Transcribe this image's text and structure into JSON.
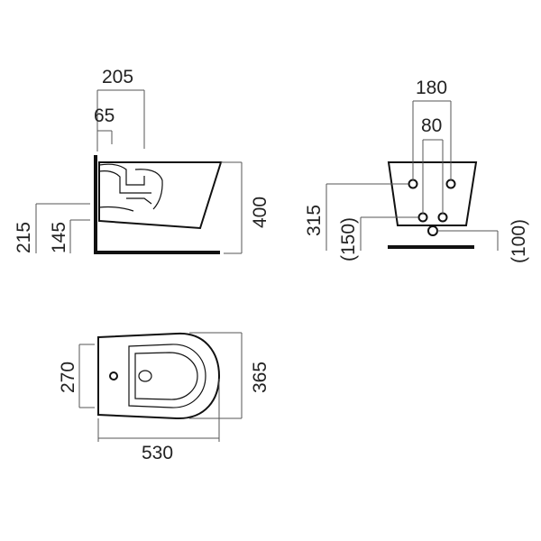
{
  "colors": {
    "line": "#111111",
    "dimension_line": "#555555",
    "text": "#222222",
    "background": "#ffffff"
  },
  "side_view": {
    "depth_total": "205",
    "waste_offset": "65",
    "height": "400",
    "inlet_height": "215",
    "waste_height": "145"
  },
  "rear_view": {
    "fixing_centres": "180",
    "pipe_centres": "80",
    "fixing_height": "315",
    "supply_height": "(150)",
    "waste_height": "(100)"
  },
  "plan_view": {
    "inner_width": "270",
    "overall_width": "365",
    "length": "530"
  }
}
